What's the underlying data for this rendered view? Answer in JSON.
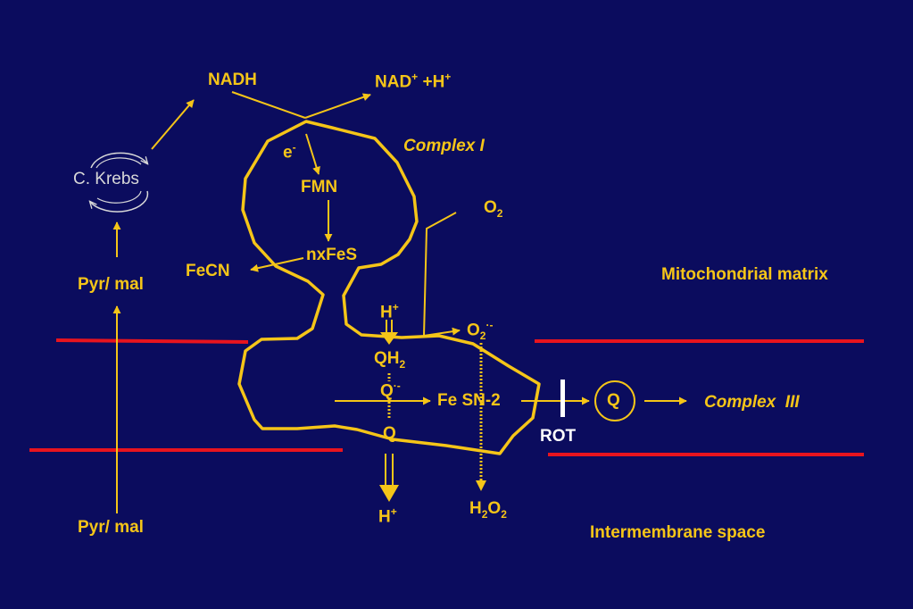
{
  "colors": {
    "background": "#0b0c5e",
    "accent": "#f5c518",
    "membrane": "#e8141e",
    "inhibitor": "#ffffff",
    "krebs": "#d8d8d8"
  },
  "labels": {
    "nadh": "NADH",
    "nad_main": "NAD",
    "nad_plus": "+",
    "nad_h": "+H",
    "nad_h_plus": "+",
    "complex_i": "Complex I",
    "e_main": "e",
    "e_minus": "-",
    "fmn": "FMN",
    "nxfes": "nxFeS",
    "fecn": "FeCN",
    "o2_top_main": "O",
    "o2_top_sub": "2",
    "krebs": "C. Krebs",
    "pyrmal_top": "Pyr/ mal",
    "pyrmal_bottom": "Pyr/ mal",
    "mito_matrix": "Mitochondrial matrix",
    "hplus_top_main": "H",
    "hplus_top_sup": "+",
    "o2_radical_main": "O",
    "o2_radical_sub": "2",
    "o2_radical_sup": "·-",
    "qh2_main": "QH",
    "qh2_sub": "2",
    "q_radical_main": "Q",
    "q_radical_sup": "·-",
    "fe_sn2": "Fe SN-2",
    "q_lower": "Q",
    "q_circle": "Q",
    "complex_iii": "Complex  III",
    "rot": "ROT",
    "hplus_bottom_main": "H",
    "hplus_bottom_sup": "+",
    "h2o2_h": "H",
    "h2o2_sub1": "2",
    "h2o2_o": "O",
    "h2o2_sub2": "2",
    "intermembrane": "Intermembrane space"
  }
}
